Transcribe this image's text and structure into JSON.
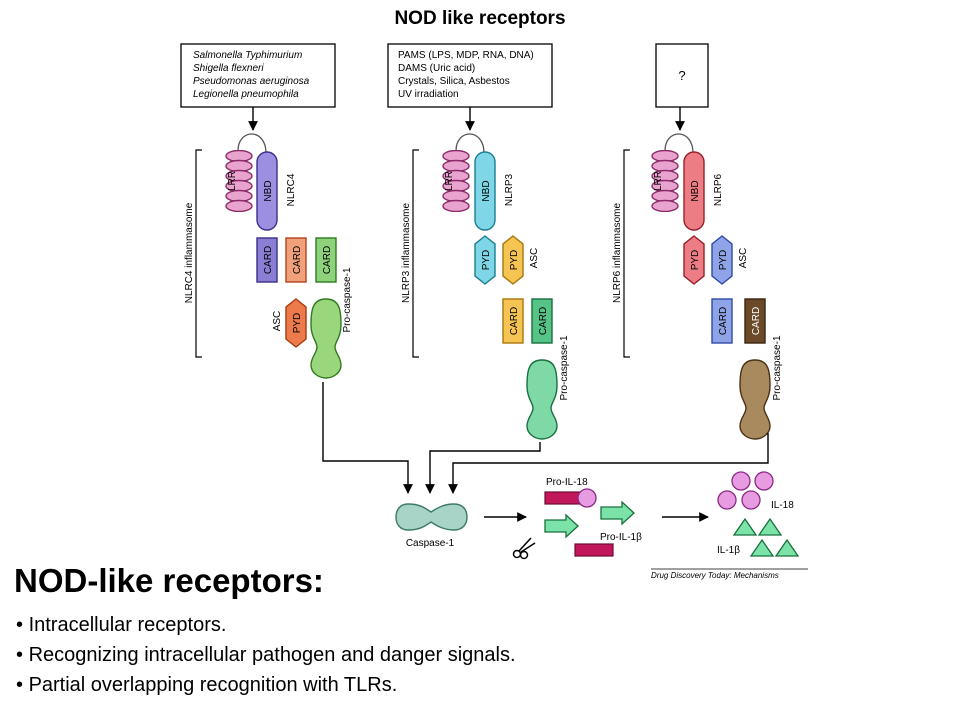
{
  "title": "NOD like receptors",
  "stimuli": {
    "nlrc4": [
      "Salmonella Typhimurium",
      "Shigella flexneri",
      "Pseudomonas aeruginosa",
      "Legionella pneumophila"
    ],
    "nlrp3": [
      "PAMS (LPS, MDP, RNA, DNA)",
      "DAMS (Uric acid)",
      "Crystals, Silica, Asbestos",
      "UV irradiation"
    ],
    "nlrp6": "?"
  },
  "inflammasomes": {
    "nlrc4": "NLRC4 inflammasome",
    "nlrp3": "NLRP3 inflammasome",
    "nlrp6": "NLRP6 inflammasome"
  },
  "domains": {
    "lrr": "LRR",
    "nbd": "NBD",
    "card": "CARD",
    "pyd": "PYD",
    "nlrc4": "NLRC4",
    "nlrp3": "NLRP3",
    "nlrp6": "NLRP6",
    "asc": "ASC",
    "pro_caspase": "Pro-caspase-1"
  },
  "outcome": {
    "caspase": "Caspase-1",
    "pro_il18": "Pro-IL-18",
    "pro_il1b": "Pro-IL-1β",
    "il18": "IL-18",
    "il1b": "IL-1β"
  },
  "source": "Drug Discovery Today: Mechanisms",
  "heading": "NOD-like receptors:",
  "bullets": [
    "Intracellular receptors.",
    "Recognizing intracellular pathogen and danger signals.",
    "Partial overlapping recognition with TLRs."
  ],
  "colors": {
    "lrr": "#e9a3cf",
    "nlrc4_nbd": "#9c8ee0",
    "nlrp3_nbd": "#7fd6e6",
    "nlrp6_nbd": "#ec7d84",
    "card_purple": "#8a7fd4",
    "card_orange": "#f0a07a",
    "card_green": "#8ed27c",
    "pyd_orange": "#ec7a4a",
    "pyd_yellow": "#f5c453",
    "pyd_blue": "#8fa4e6",
    "caspase_nlrc4": "#9ad77c",
    "caspase_nlrp3": "#7fd9a6",
    "caspase_nlrp6": "#a88a5e",
    "card_brown": "#6b4a2a",
    "caspase_active": "#a8d4c7",
    "pro_il18_bar": "#c2185b",
    "il18": "#e79be0",
    "il1b": "#7ce3a8"
  }
}
